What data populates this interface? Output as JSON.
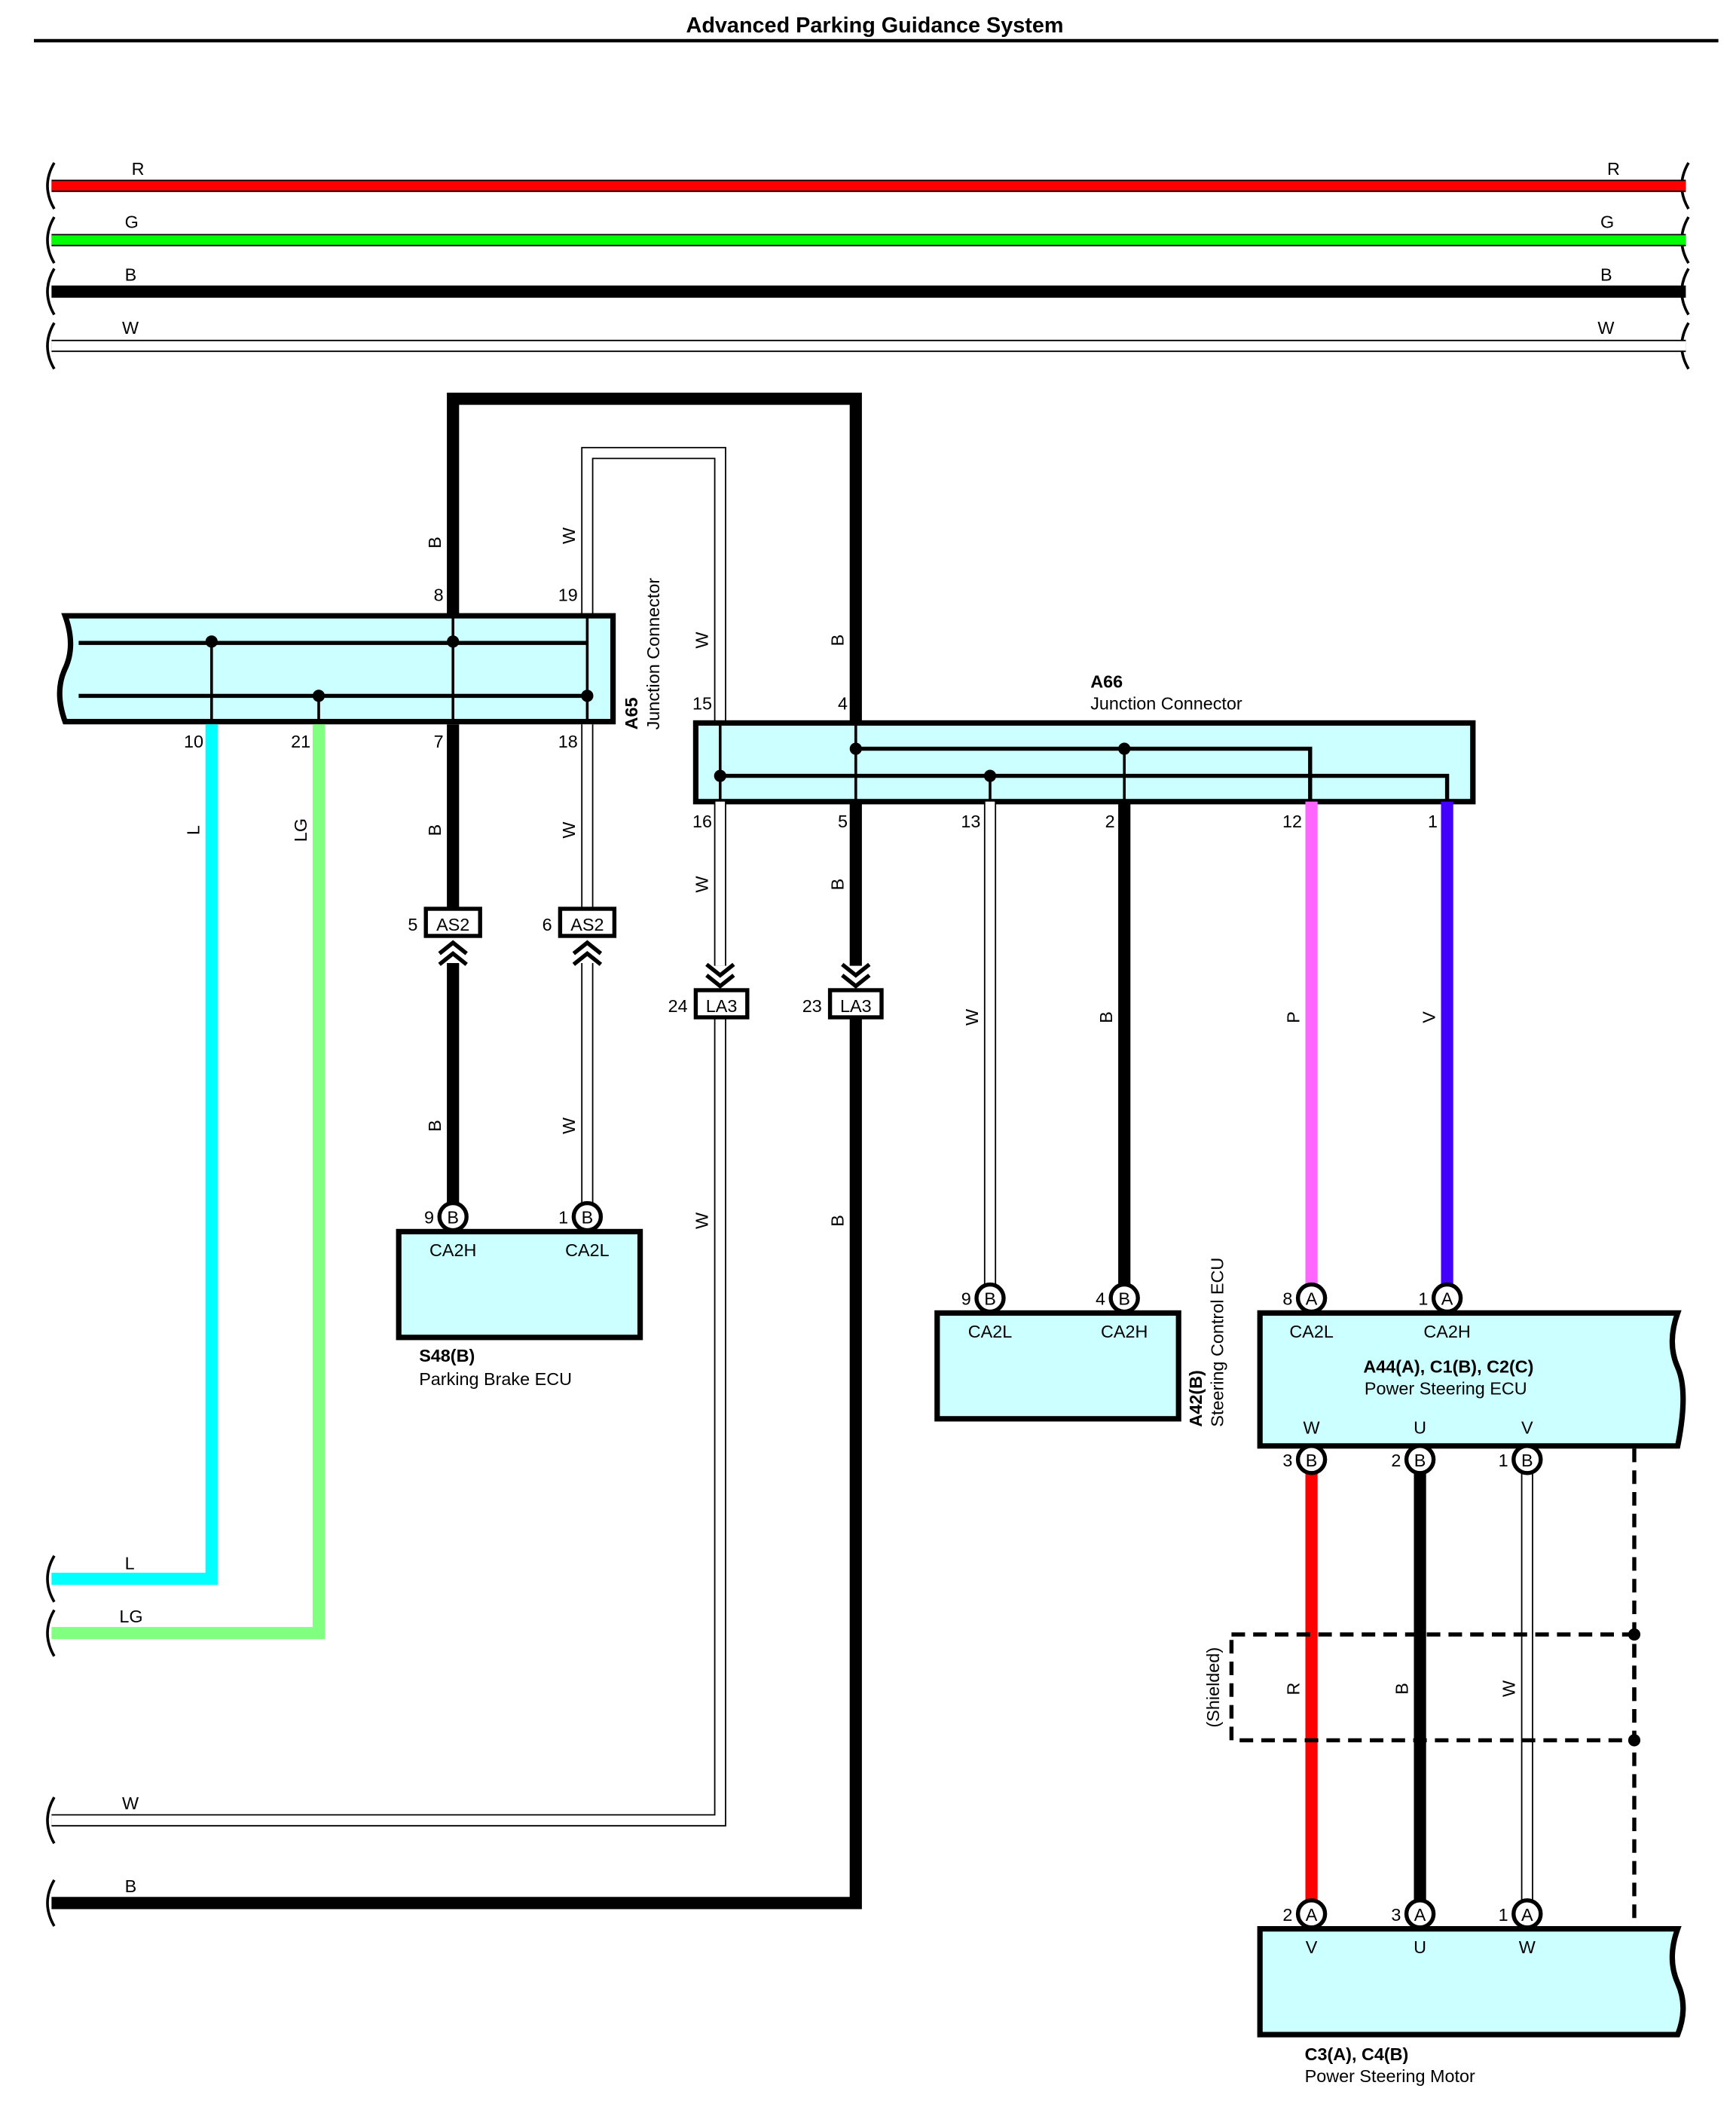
{
  "title": "Advanced Parking Guidance System",
  "top_buses": [
    {
      "label": "R",
      "color": "#ff0000"
    },
    {
      "label": "G",
      "color": "#00ff00"
    },
    {
      "label": "B",
      "color": "#000000"
    },
    {
      "label": "W",
      "color": "#ffffff"
    }
  ],
  "left_buses": {
    "L": "L",
    "LG": "LG",
    "W": "W",
    "B": "B"
  },
  "wire_colors": {
    "B": "#000000",
    "W": "#ffffff",
    "L": "#00ffff",
    "LG": "#80ff80",
    "P": "#ff66ff",
    "V": "#4400ff",
    "R": "#ff0000"
  },
  "wire_labels": {
    "B": "B",
    "W": "W",
    "L": "L",
    "LG": "LG",
    "P": "P",
    "V": "V",
    "R": "R"
  },
  "a65": {
    "code": "A65",
    "name": "Junction Connector",
    "pins": {
      "p8": "8",
      "p19": "19",
      "p10": "10",
      "p21": "21",
      "p7": "7",
      "p18": "18"
    }
  },
  "a66": {
    "code": "A66",
    "name": "Junction Connector",
    "pins": {
      "p15": "15",
      "p4": "4",
      "p16": "16",
      "p5": "5",
      "p13": "13",
      "p2": "2",
      "p12": "12",
      "p1": "1"
    }
  },
  "inline": {
    "as2_5": {
      "num": "5",
      "name": "AS2"
    },
    "as2_6": {
      "num": "6",
      "name": "AS2"
    },
    "la3_24": {
      "num": "24",
      "name": "LA3"
    },
    "la3_23": {
      "num": "23",
      "name": "LA3"
    }
  },
  "s48": {
    "code": "S48(B)",
    "name": "Parking Brake ECU",
    "pins": {
      "p9": "9",
      "p1": "1"
    },
    "pin_letter": "B",
    "terminals": {
      "h": "CA2H",
      "l": "CA2L"
    }
  },
  "a42": {
    "code": "A42(B)",
    "name": "Steering Control ECU",
    "pins": {
      "p9": "9",
      "p4": "4"
    },
    "pin_letter": "B",
    "terminals": {
      "l": "CA2L",
      "h": "CA2H"
    }
  },
  "a44": {
    "code": "A44(A), C1(B), C2(C)",
    "name": "Power Steering ECU",
    "top_pins": {
      "p8": "8",
      "p1": "1"
    },
    "top_letter": "A",
    "top_terminals": {
      "l": "CA2L",
      "h": "CA2H"
    },
    "bottom_pins": {
      "p3": "3",
      "p2": "2",
      "p1": "1"
    },
    "bottom_letter": "B",
    "bottom_terminals": {
      "w": "W",
      "u": "U",
      "v": "V"
    }
  },
  "c3": {
    "code": "C3(A), C4(B)",
    "name": "Power Steering Motor",
    "pins": {
      "p2": "2",
      "p3": "3",
      "p1": "1"
    },
    "pin_letter": "A",
    "terminals": {
      "v": "V",
      "u": "U",
      "w": "W"
    }
  },
  "shielded_label": "(Shielded)"
}
